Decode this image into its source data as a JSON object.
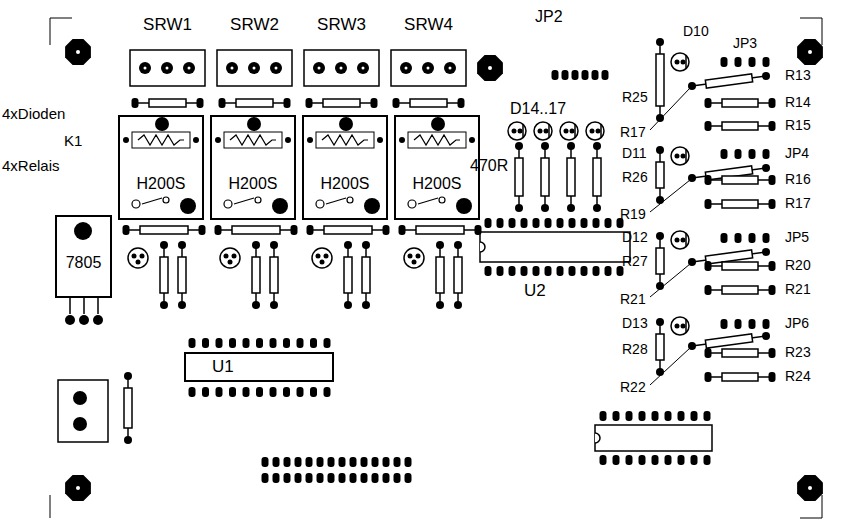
{
  "diagram": {
    "nodes": [
      {
        "text": [
          "SRW1"
        ]
      },
      {
        "text": [
          "SRW2"
        ]
      },
      {
        "text": [
          "SRW3"
        ]
      },
      {
        "text": [
          "SRW4"
        ]
      },
      {
        "text": [
          "H200S"
        ]
      },
      {
        "text": [
          "H200S"
        ]
      },
      {
        "text": [
          "H200S"
        ]
      },
      {
        "text": [
          "H200S"
        ]
      },
      {
        "text": [
          "7805"
        ]
      },
      {
        "text": [
          "U1"
        ]
      }
    ],
    "labels": [
      "JP2",
      "D10",
      "JP3",
      "R13",
      "D14..17",
      "4xDioden",
      "R25",
      "R14",
      "R15",
      "R17",
      "K1",
      "4xRelais",
      "D11",
      "JP4",
      "470R",
      "R26",
      "R16",
      "R17",
      "R19",
      "D12",
      "JP5",
      "R27",
      "R20",
      "R21",
      "U2",
      "R21",
      "D13",
      "JP6",
      "R28",
      "R23",
      "R24",
      "R22"
    ]
  }
}
